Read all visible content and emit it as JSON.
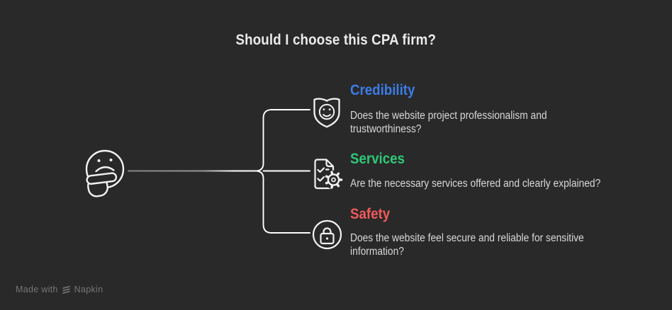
{
  "title": "Should I choose this CPA firm?",
  "watermark": {
    "prefix": "Made with",
    "brand": "Napkin",
    "logo_icon": "napkin-logo-icon"
  },
  "root": {
    "icon": "thinking-face-icon"
  },
  "colors": {
    "background": "#292929",
    "title_text": "#EBEBEB",
    "body_text": "#D8D8D8",
    "icon_stroke": "#F2F2F2",
    "connector_line": "#FFFFFF",
    "connector_stem_start": "#848484",
    "watermark_text": "#757575",
    "credibility_accent": "#3B7CE8",
    "services_accent": "#2FC878",
    "safety_accent": "#F15A5C"
  },
  "branches": [
    {
      "label": "Credibility",
      "accent": "#3B7CE8",
      "icon": "shield-smiley-icon",
      "description": "Does the website project professionalism and trustworthiness?"
    },
    {
      "label": "Services",
      "accent": "#2FC878",
      "icon": "document-checklist-gear-icon",
      "description": "Are the necessary services offered and clearly explained?"
    },
    {
      "label": "Safety",
      "accent": "#F15A5C",
      "icon": "circle-lock-icon",
      "description": "Does the website feel secure and reliable for sensitive information?"
    }
  ]
}
